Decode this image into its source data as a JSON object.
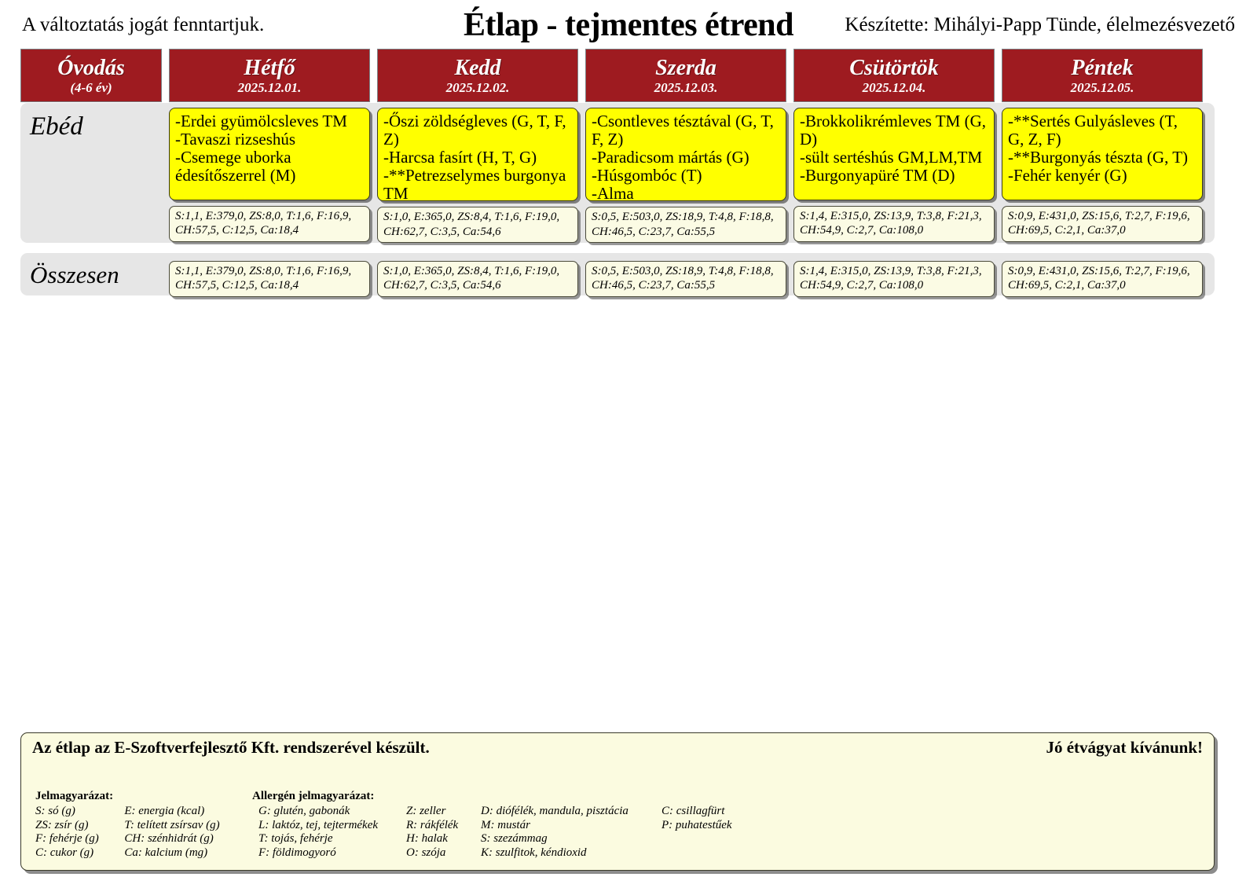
{
  "header": {
    "note": "A változtatás jogát fenntartjuk.",
    "title": "Étlap - tejmentes étrend",
    "author": "Készítette: Mihályi-Papp Tünde, élelmezésvezető"
  },
  "columns": [
    {
      "name": "Óvodás",
      "sub": "(4-6 év)"
    },
    {
      "name": "Hétfő",
      "sub": "2025.12.01."
    },
    {
      "name": "Kedd",
      "sub": "2025.12.02."
    },
    {
      "name": "Szerda",
      "sub": "2025.12.03."
    },
    {
      "name": "Csütörtök",
      "sub": "2025.12.04."
    },
    {
      "name": "Péntek",
      "sub": "2025.12.05."
    }
  ],
  "rows": {
    "lunch_label": "Ebéd",
    "total_label": "Összesen"
  },
  "lunch": [
    {
      "day": "Hétfő",
      "items": [
        "-Erdei gyümölcsleves TM",
        "-Tavaszi rizseshús",
        "-Csemege uborka édesítőszerrel (M)"
      ],
      "nutrition_line1": "S:1,1, E:379,0, ZS:8,0, T:1,6, F:16,9,",
      "nutrition_line2": "CH:57,5, C:12,5, Ca:18,4"
    },
    {
      "day": "Kedd",
      "items": [
        "-Őszi zöldségleves (G, T, F, Z)",
        "-Harcsa fasírt (H, T, G)",
        "-**Petrezselymes burgonya TM"
      ],
      "nutrition_line1": "S:1,0, E:365,0, ZS:8,4, T:1,6, F:19,0,",
      "nutrition_line2": "CH:62,7, C:3,5, Ca:54,6"
    },
    {
      "day": "Szerda",
      "items": [
        "-Csontleves tésztával (G, T, F, Z)",
        "-Paradicsom mártás (G)",
        "-Húsgombóc (T)",
        "-Alma"
      ],
      "nutrition_line1": "S:0,5, E:503,0, ZS:18,9, T:4,8, F:18,8,",
      "nutrition_line2": "CH:46,5, C:23,7, Ca:55,5"
    },
    {
      "day": "Csütörtök",
      "items": [
        "-Brokkolikrémleves TM (G, D)",
        "-sült sertéshús GM,LM,TM",
        "-Burgonyapüré TM (D)"
      ],
      "nutrition_line1": "S:1,4, E:315,0, ZS:13,9, T:3,8, F:21,3,",
      "nutrition_line2": "CH:54,9, C:2,7, Ca:108,0"
    },
    {
      "day": "Péntek",
      "items": [
        "-**Sertés Gulyásleves (T, G, Z, F)",
        "-**Burgonyás tészta  (G, T)",
        "-Fehér kenyér  (G)"
      ],
      "nutrition_line1": "S:0,9, E:431,0, ZS:15,6, T:2,7, F:19,6,",
      "nutrition_line2": "CH:69,5, C:2,1, Ca:37,0"
    }
  ],
  "totals": [
    {
      "line1": "S:1,1, E:379,0, ZS:8,0, T:1,6, F:16,9,",
      "line2": "CH:57,5, C:12,5, Ca:18,4"
    },
    {
      "line1": "S:1,0, E:365,0, ZS:8,4, T:1,6, F:19,0,",
      "line2": "CH:62,7, C:3,5, Ca:54,6"
    },
    {
      "line1": "S:0,5, E:503,0, ZS:18,9, T:4,8, F:18,8,",
      "line2": "CH:46,5, C:23,7, Ca:55,5"
    },
    {
      "line1": "S:1,4, E:315,0, ZS:13,9, T:3,8, F:21,3,",
      "line2": "CH:54,9, C:2,7, Ca:108,0"
    },
    {
      "line1": "S:0,9, E:431,0, ZS:15,6, T:2,7, F:19,6,",
      "line2": "CH:69,5, C:2,1, Ca:37,0"
    }
  ],
  "footer": {
    "software_note": "Az étlap az E-Szoftverfejlesztő Kft. rendszerével készült.",
    "bon_appetit": "Jó étvágyat kívánunk!",
    "legend_title": "Jelmagyarázat:",
    "allergen_title": "Allergén jelmagyarázat:",
    "legend_col1": [
      "S: só (g)",
      "ZS: zsír (g)",
      "F: fehérje (g)",
      "C: cukor (g)"
    ],
    "legend_col2": [
      "E: energia (kcal)",
      "T: telített zsírsav (g)",
      "CH: szénhidrát (g)",
      "Ca: kalcium (mg)"
    ],
    "allergen_col1": [
      "G: glutén, gabonák",
      "L: laktóz, tej, tejtermékek",
      "T: tojás, fehérje",
      "F: földimogyoró"
    ],
    "allergen_col2": [
      "Z: zeller",
      "R: rákfélék",
      "H: halak",
      "O: szója"
    ],
    "allergen_col3": [
      "D: diófélék, mandula, pisztácia",
      "M: mustár",
      "S: szezámmag",
      "K: szulfitok, kéndioxid"
    ],
    "allergen_col4": [
      "C: csillagfürt",
      "P: puhatestűek"
    ]
  },
  "colors": {
    "header_red": "#9e1b20",
    "dish_yellow": "#ffff00",
    "nutrition_cream": "#fbfbe4",
    "band_gray": "#e6e6e6",
    "footer_cream": "#fbfbe0"
  }
}
